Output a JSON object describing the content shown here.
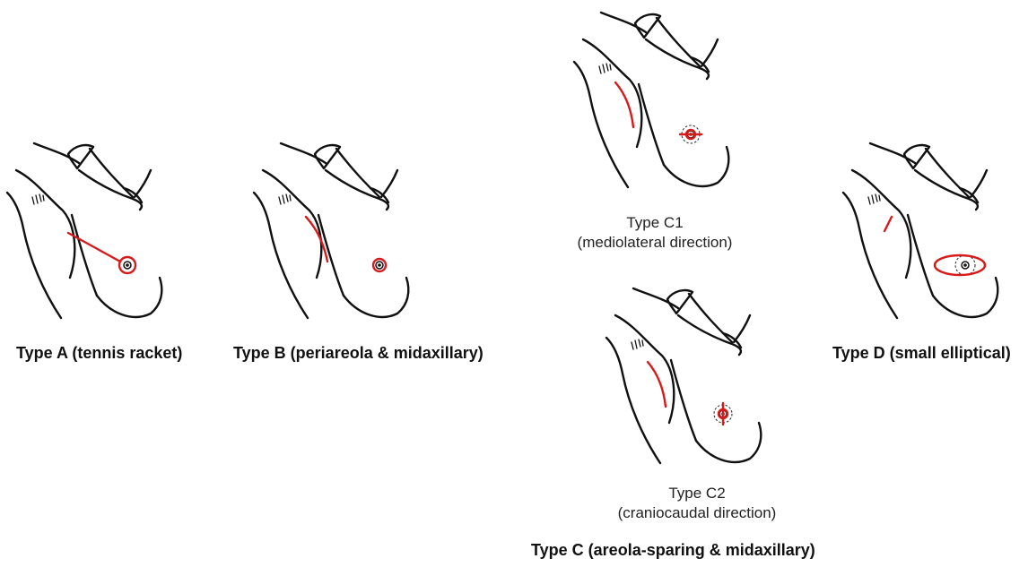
{
  "colors": {
    "incision": "#d81a1a",
    "ink": "#111111",
    "background": "#ffffff"
  },
  "panels": {
    "type_a": {
      "label": "Type A (tennis racket)"
    },
    "type_b": {
      "label": "Type B (periareola & midaxillary)"
    },
    "type_c1": {
      "title": "Type C1",
      "subtitle": "(mediolateral direction)"
    },
    "type_c2": {
      "title": "Type C2",
      "subtitle": "(craniocaudal direction)"
    },
    "type_c": {
      "label": "Type C (areola-sparing & midaxillary)"
    },
    "type_d": {
      "label": "Type D (small elliptical)"
    }
  }
}
